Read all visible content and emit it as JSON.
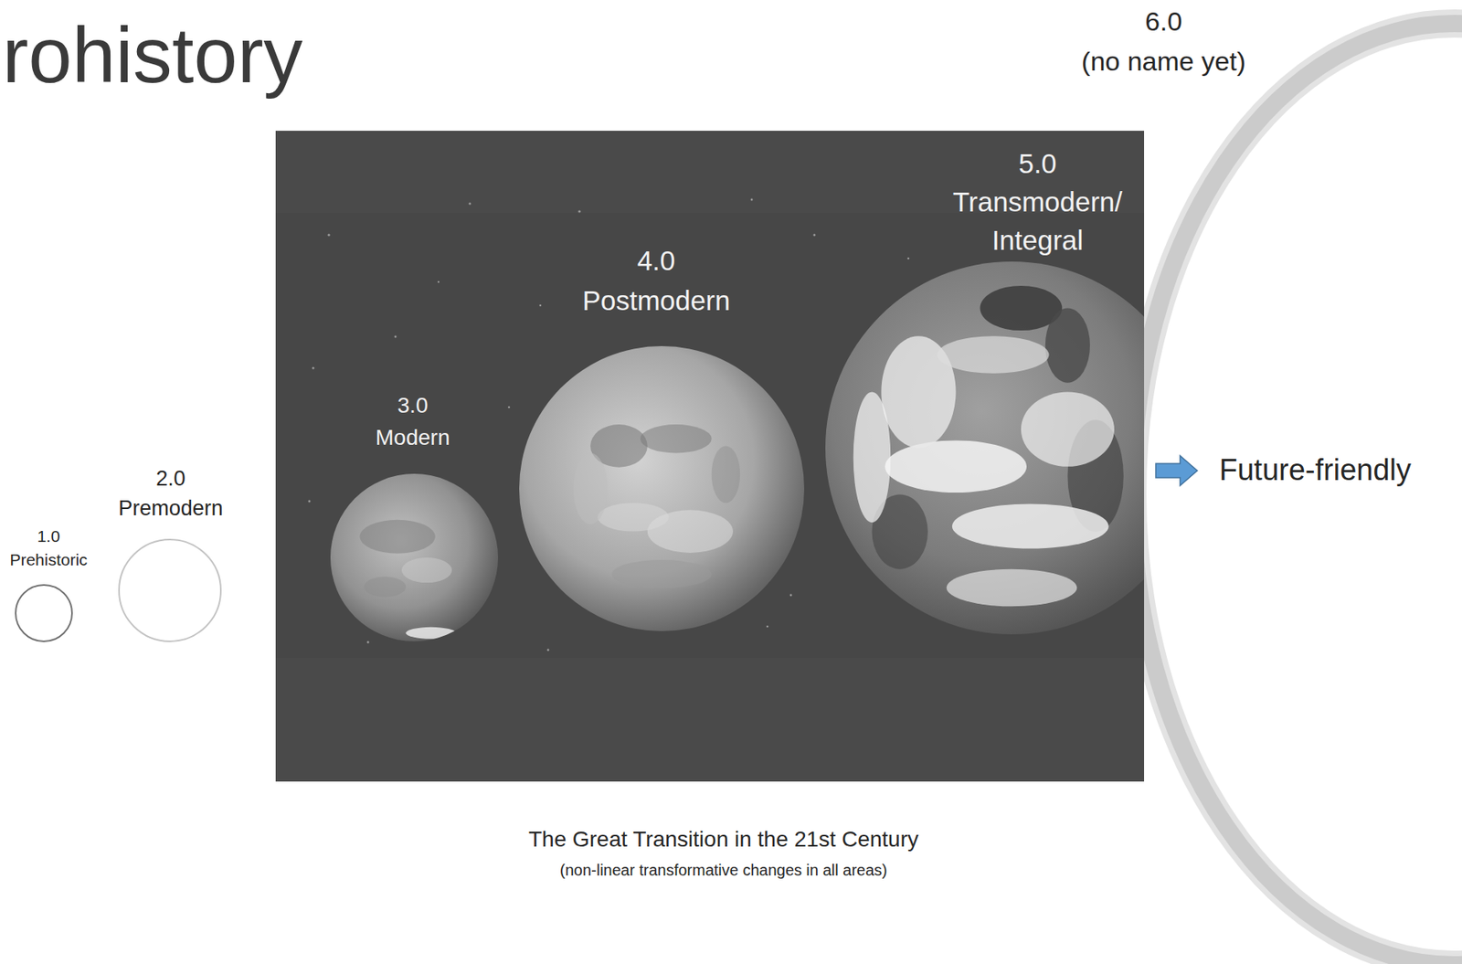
{
  "diagram": {
    "title": "rohistory",
    "caption": "The Great Transition in the 21st Century",
    "nodes": [
      {
        "text": [
          "1.0 Prehistoric"
        ]
      },
      {
        "text": [
          "2.0 Premodern"
        ]
      },
      {
        "text": [
          "3.0 Modern"
        ]
      },
      {
        "text": [
          "4.0 Postmodern"
        ]
      },
      {
        "text": [
          "5.0 Transmodern/ Integral"
        ]
      }
    ],
    "labels": [
      "6.0 (no name yet)",
      "Future-friendly",
      "(non-linear transformative changes in all areas)"
    ]
  }
}
